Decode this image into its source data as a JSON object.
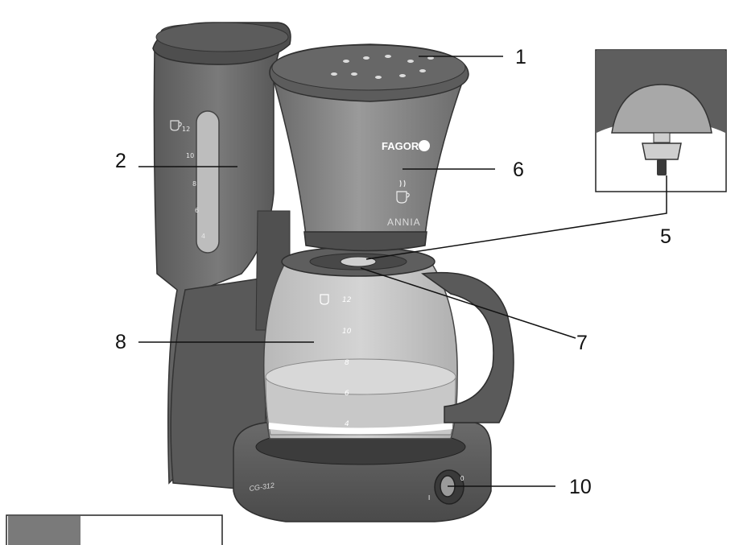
{
  "callouts": {
    "filter_lid": "1",
    "water_tank": "2",
    "anti_drip": "5",
    "filter_holder": "6",
    "jug_lid": "7",
    "jug": "8",
    "switch": "10"
  },
  "product": {
    "brand": "FAGOR",
    "model": "ANNIA",
    "code": "CG-312"
  },
  "tank_scale": [
    "12",
    "10",
    "8",
    "6",
    "4"
  ],
  "jug_scale": [
    "12",
    "10",
    "8",
    "6",
    "4"
  ],
  "switch_labels": {
    "off": "0",
    "on": "I"
  }
}
